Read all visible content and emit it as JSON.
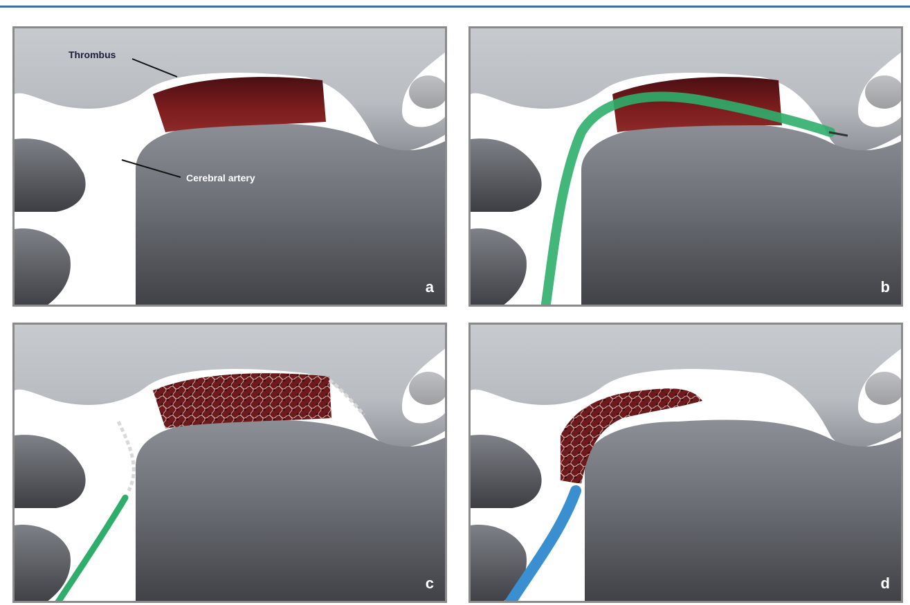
{
  "labels": {
    "thrombus": "Thrombus",
    "cerebral_artery": "Cerebral artery"
  },
  "panels": [
    {
      "letter": "a",
      "caption": ""
    },
    {
      "letter": "b",
      "caption": ""
    },
    {
      "letter": "c",
      "caption": ""
    },
    {
      "letter": "d",
      "caption": ""
    }
  ],
  "colors": {
    "frame": "#3c6ea8",
    "tissue_light": "#c8cbd0",
    "tissue_dark": "#4a4b50",
    "thrombus": "#7a1c1c",
    "catheter_green": "#2fae6b",
    "catheter_blue": "#3a8fd0"
  }
}
